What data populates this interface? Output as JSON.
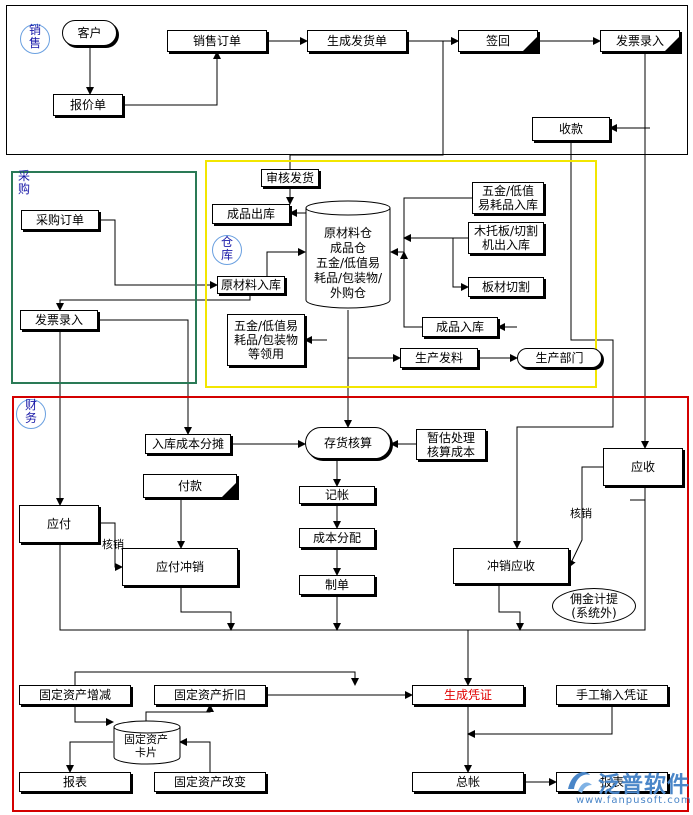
{
  "sections": {
    "sales": {
      "label": "销售",
      "color": "#000000"
    },
    "purchase": {
      "label": "采购",
      "color": "#2a7a56"
    },
    "warehouse": {
      "label": "仓库",
      "color": "#f2e600"
    },
    "finance": {
      "label": "财务",
      "color": "#d40000"
    }
  },
  "nodes": {
    "customer": "客户",
    "quote": "报价单",
    "sales_order": "销售订单",
    "delivery_note": "生成发货单",
    "sign_back": "签回",
    "invoice_entry_sales": "发票录入",
    "receipt": "收款",
    "review_delivery": "审核发货",
    "finished_out": "成品出库",
    "hardware_in": "五金/低值\n易耗品入库",
    "pallet_io": "木托板/切割\n机出入库",
    "board_cut": "板材切割",
    "raw_in": "原材料入库",
    "finished_in": "成品入库",
    "consumables_use": "五金/低值易\n耗品/包装物\n等领用",
    "production_issue": "生产发料",
    "production_dept": "生产部门",
    "purchase_order": "采购订单",
    "invoice_entry_purchase": "发票录入",
    "inbound_cost_alloc": "入库成本分摊",
    "inventory_accounting": "存货核算",
    "provisional": "暂估处理\n核算成本",
    "payment": "付款",
    "bookkeeping": "记帐",
    "cost_allocation": "成本分配",
    "make_voucher": "制单",
    "payable": "应付",
    "payable_offset": "应付冲销",
    "receivable": "应收",
    "receivable_offset": "冲销应收",
    "commission": "佣金计提\n(系统外)",
    "fa_increase": "固定资产增减",
    "fa_depreciation": "固定资产折旧",
    "generate_voucher": "生成凭证",
    "manual_voucher": "手工输入凭证",
    "fa_card": "固定资产\n卡片",
    "report_fa": "报表",
    "fa_change": "固定资产改变",
    "ledger": "总帐",
    "report_ledger": "报表"
  },
  "warehouse_store": "原材料仓\n成品仓\n五金/低值易\n耗品/包装物/\n外购仓",
  "edge_labels": {
    "writeoff_payable": "核销",
    "writeoff_receivable": "核销"
  },
  "watermark": {
    "name": "泛普软件",
    "url": "www.fanpusoft.com"
  },
  "colors": {
    "generate_voucher_text": "#e00000",
    "watermark": "#4a86c8"
  }
}
